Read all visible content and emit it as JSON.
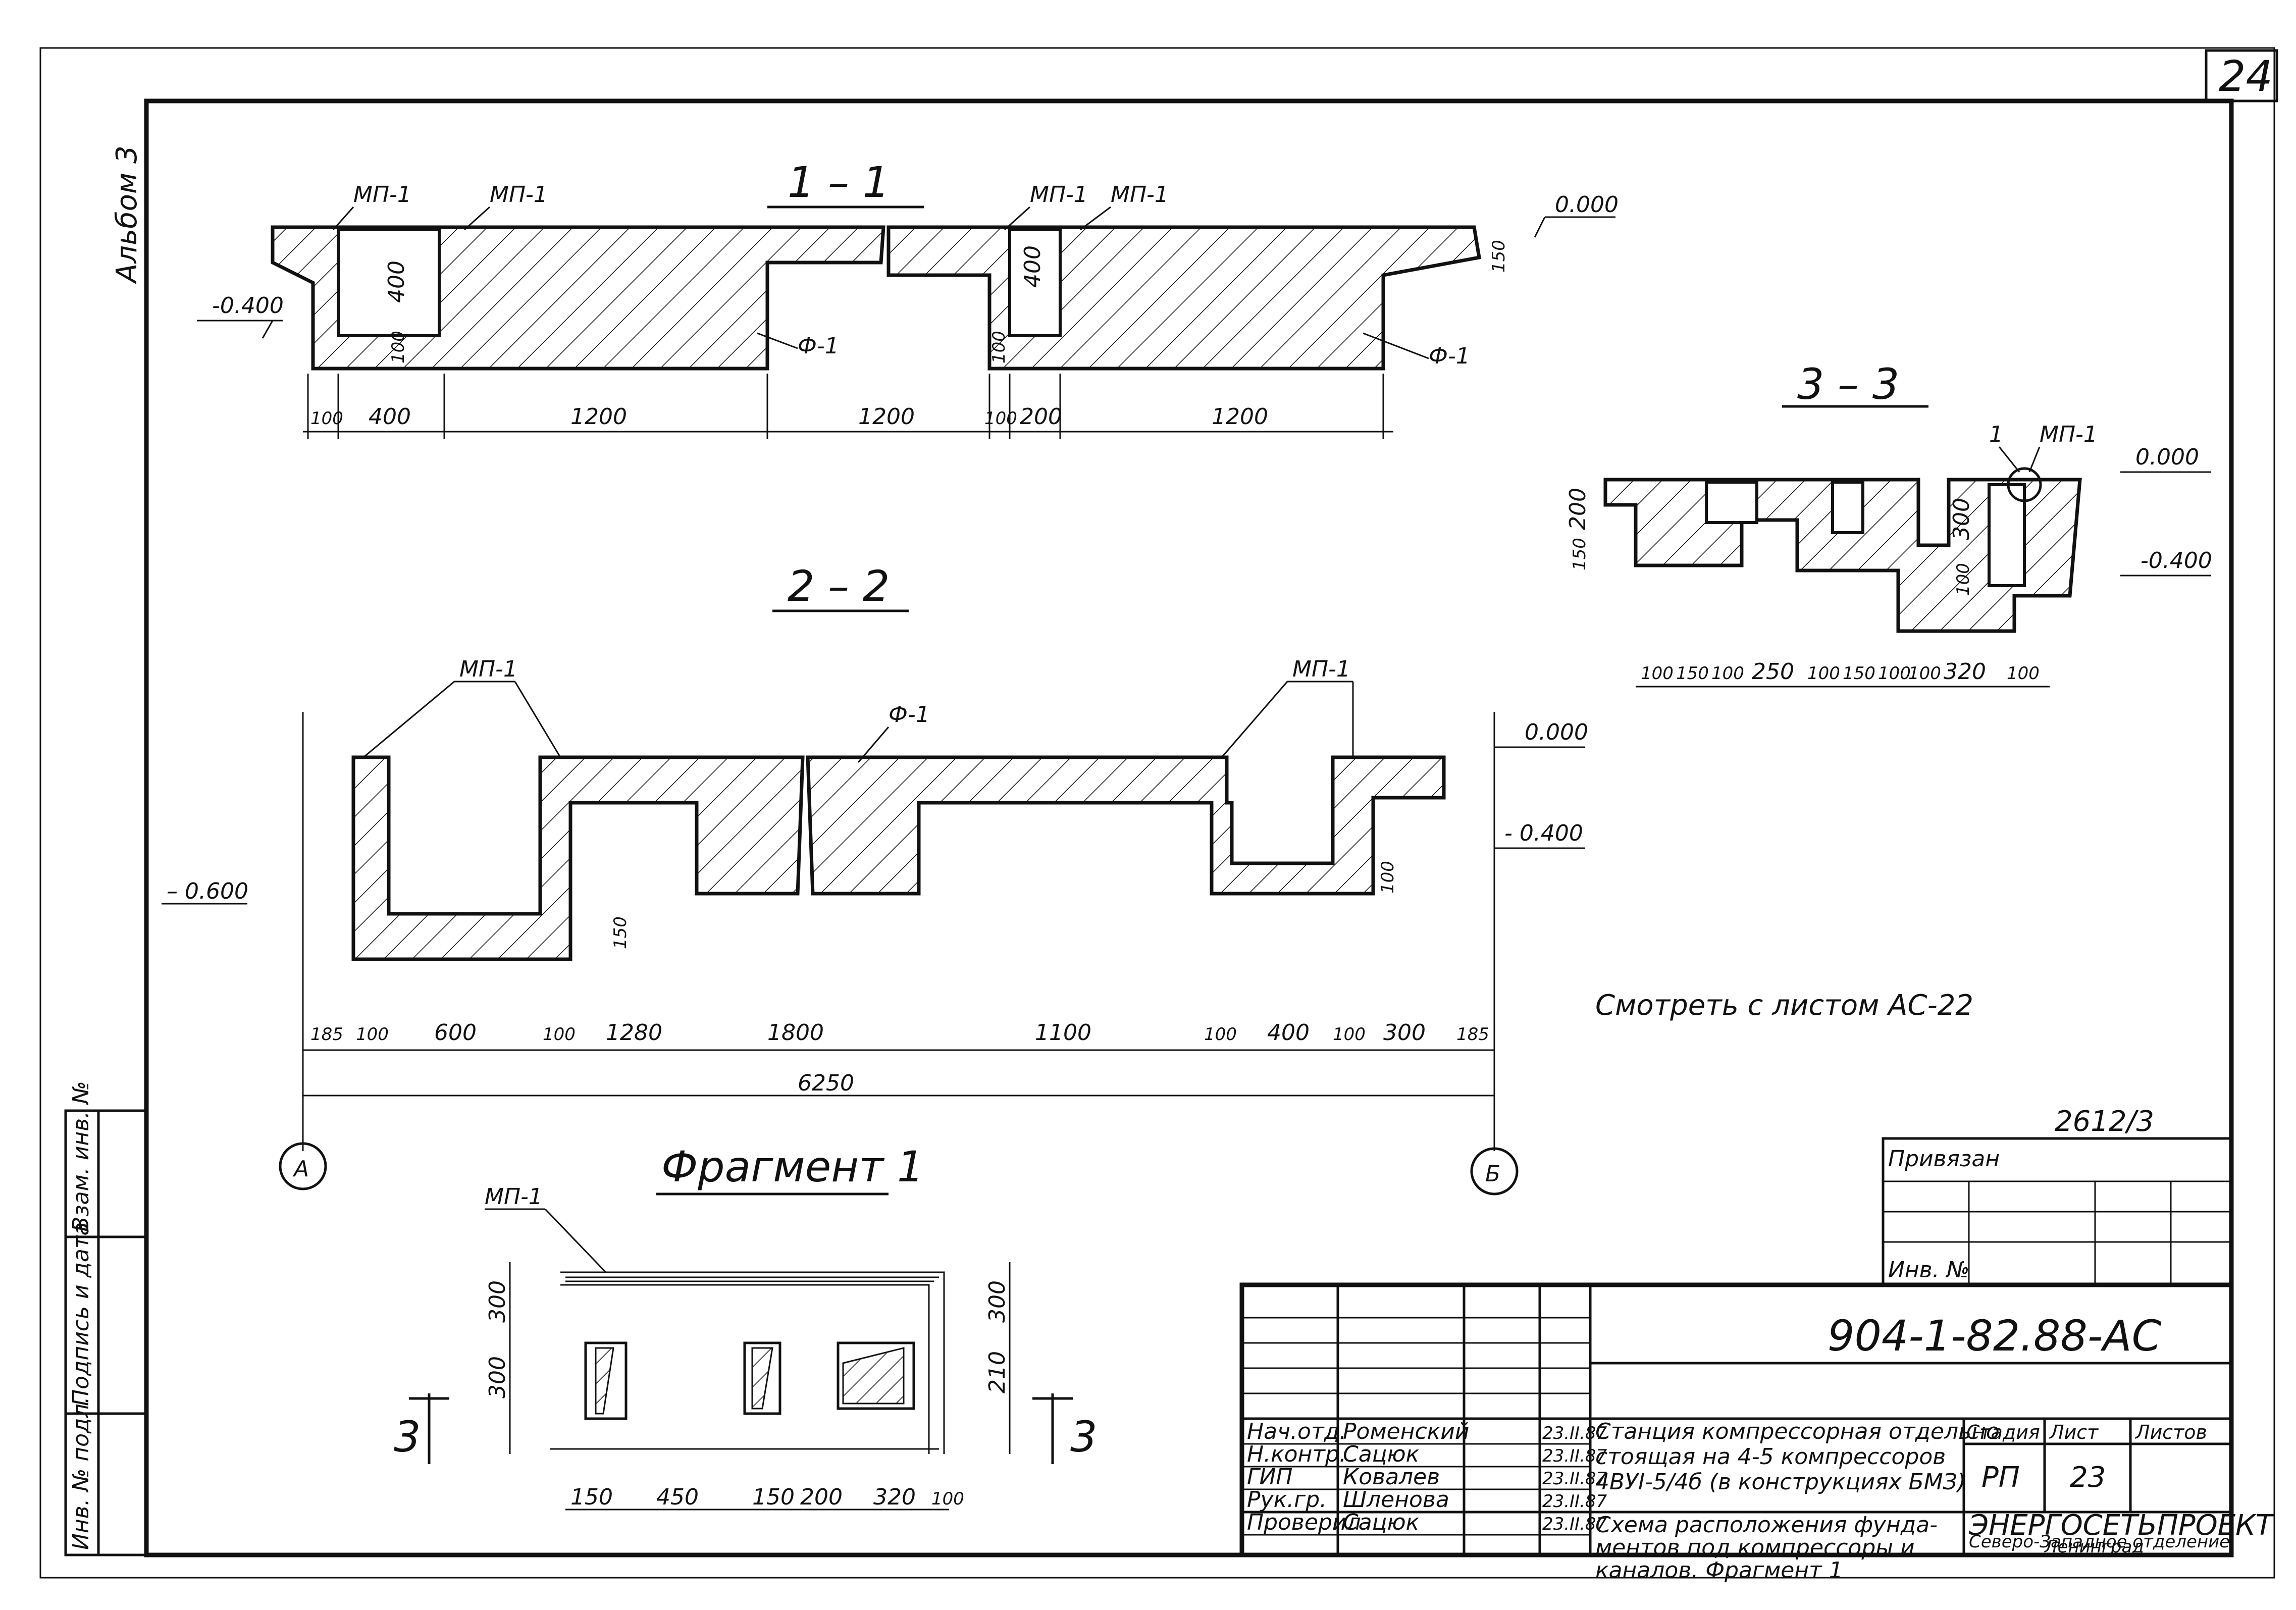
{
  "sheet": {
    "page_number": "24",
    "album": "Альбом 3",
    "colors": {
      "ink": "#111111",
      "paper": "#ffffff"
    }
  },
  "section_1_1": {
    "title": "1 – 1",
    "markers": [
      "МП-1",
      "МП-1",
      "МП-1",
      "МП-1"
    ],
    "foundation_labels": [
      "Ф-1",
      "Ф-1"
    ],
    "levels": [
      "0.000",
      "-0.400"
    ],
    "dims_vertical": [
      "400",
      "100",
      "400",
      "100",
      "150"
    ],
    "dims_bottom": [
      "100",
      "400",
      "1200",
      "1200",
      "100",
      "200",
      "1200"
    ]
  },
  "section_2_2": {
    "title": "2 – 2",
    "markers": [
      "МП-1",
      "МП-1"
    ],
    "foundation_label": "Ф-1",
    "levels": [
      "0.000",
      "- 0.400",
      "– 0.600"
    ],
    "dims_vertical": [
      "150",
      "100"
    ],
    "dims_bottom": [
      "185",
      "100",
      "600",
      "100",
      "1280",
      "1800",
      "1100",
      "100",
      "400",
      "100",
      "300",
      "185"
    ],
    "total": "6250",
    "axes": [
      "А",
      "Б"
    ]
  },
  "section_3_3": {
    "title": "3 – 3",
    "markers": [
      "1",
      "МП-1"
    ],
    "levels": [
      "0.000",
      "-0.400"
    ],
    "dims_vertical": [
      "150",
      "200",
      "300",
      "100"
    ],
    "dims_bottom": [
      "100",
      "150",
      "100",
      "250",
      "100",
      "150",
      "100",
      "100",
      "320",
      "100"
    ]
  },
  "note": "Смотреть с листом АС-22",
  "fragment_1": {
    "title": "Фрагмент 1",
    "marker": "МП-1",
    "cut_labels": [
      "3",
      "3"
    ],
    "dims_left": [
      "300",
      "300"
    ],
    "dims_right": [
      "300",
      "210"
    ],
    "dims_bottom": [
      "150",
      "450",
      "150",
      "200",
      "320",
      "100"
    ]
  },
  "binding": {
    "number": "2612/3",
    "label": "Привязан",
    "inv_label": "Инв. №"
  },
  "left_stamp": [
    "Инв. № подл.",
    "Подпись и дата",
    "Взам. инв. №"
  ],
  "title_block": {
    "code": "904-1-82.88-АС",
    "people": [
      {
        "role": "Нач.отд.",
        "name": "Роменский",
        "date": "23.II.87"
      },
      {
        "role": "Н.контр.",
        "name": "Сацюк",
        "date": "23.II.87"
      },
      {
        "role": "ГИП",
        "name": "Ковалев",
        "date": "23.II.87"
      },
      {
        "role": "Рук.гр.",
        "name": "Шленова",
        "date": "23.II.87"
      },
      {
        "role": "Проверил",
        "name": "Сацюк",
        "date": "23.II.87"
      }
    ],
    "project_title": [
      "Станция компрессорная отдельно",
      "стоящая на 4-5 компрессоров",
      "4ВУI-5/4б (в конструкциях БМЗ)"
    ],
    "drawing_title": [
      "Схема расположения фунда-",
      "ментов под компрессоры и",
      "каналов. Фрагмент 1"
    ],
    "col_stage": "Стадия",
    "col_sheet": "Лист",
    "col_sheets": "Листов",
    "stage": "РП",
    "sheet": "23",
    "org": "ЭНЕРГОСЕТЬПРОЕКТ",
    "org_branch": [
      "Северо-Западное отделение",
      "Ленинград"
    ]
  }
}
